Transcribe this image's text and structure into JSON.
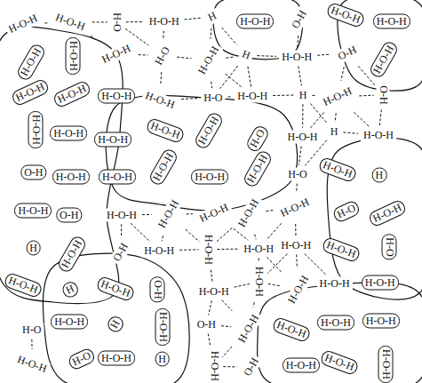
{
  "diagram": {
    "labels": [
      "H-O-H",
      "H-O-H",
      "H-O",
      "H-O-H",
      "H",
      "H-O-H",
      "O-H",
      "H-O-H",
      "H-O-H",
      "H-O-H",
      "H-O-H",
      "H-O-H",
      "H-O",
      "H-O-H",
      "H",
      "H-O-H",
      "O-H",
      "H-O-H",
      "H-O-H",
      "H-O-H",
      "H-O-H",
      "H-O-H",
      "H-O",
      "H-O-H",
      "H",
      "H-O-H",
      "O-H",
      "H-O-H",
      "H-O-H",
      "H-O-H",
      "H-O-H",
      "H-O-H",
      "H-O",
      "H-O-H",
      "H",
      "H-O-H",
      "O-H",
      "H-O-H",
      "H-O-H",
      "H-O-H",
      "H-O-H",
      "H-O-H",
      "H-O",
      "H-O-H",
      "H",
      "H-O-H",
      "O-H",
      "H-O-H",
      "H-O-H",
      "H-O-H",
      "H-O-H",
      "H-O-H",
      "H-O",
      "H-O-H",
      "H",
      "H-O-H",
      "O-H",
      "H-O-H",
      "H-O-H",
      "H-O-H",
      "H-O-H",
      "H-O-H",
      "H-O",
      "H-O-H",
      "H",
      "H-O-H",
      "O-H",
      "H-O-H",
      "H-O-H",
      "H-O-H",
      "H-O-H",
      "H-O-H",
      "H-O",
      "H-O-H",
      "H",
      "H-O-H",
      "O-H",
      "H-O-H",
      "H-O-H",
      "H-O-H",
      "H-O-H",
      "H-O-H",
      "H-O",
      "H-O-H",
      "H",
      "H-O-H",
      "O-H",
      "H-O-H",
      "H-O-H",
      "H-O-H"
    ]
  }
}
